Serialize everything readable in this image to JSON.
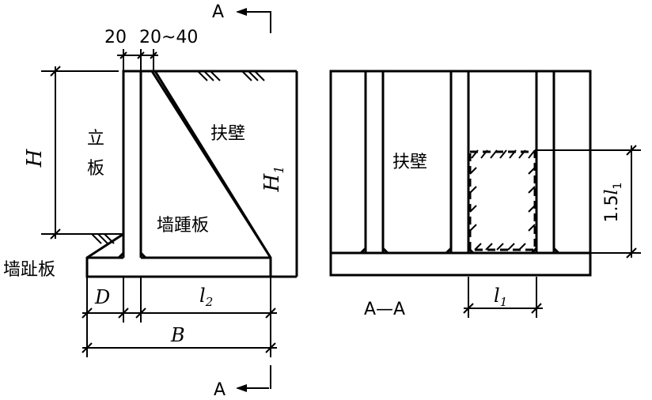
{
  "labels": {
    "section_mark": "A",
    "section_title": "A—A",
    "dim_20": "20",
    "dim_20_40": "20~40",
    "H": "H",
    "H1_main": "H",
    "H1_sub": "1",
    "D": "D",
    "B": "B",
    "l2_main": "l",
    "l2_sub": "2",
    "l1_main": "l",
    "l1_sub": "1",
    "dim_15l1_prefix": "1.5",
    "dim_15l1_main": "l",
    "dim_15l1_sub": "1",
    "upright_slab_top": "立",
    "upright_slab_bottom": "板",
    "counterfort_left": "扶壁",
    "counterfort_right": "扶壁",
    "heel_slab": "墙踵板",
    "toe_slab": "墙趾板"
  }
}
